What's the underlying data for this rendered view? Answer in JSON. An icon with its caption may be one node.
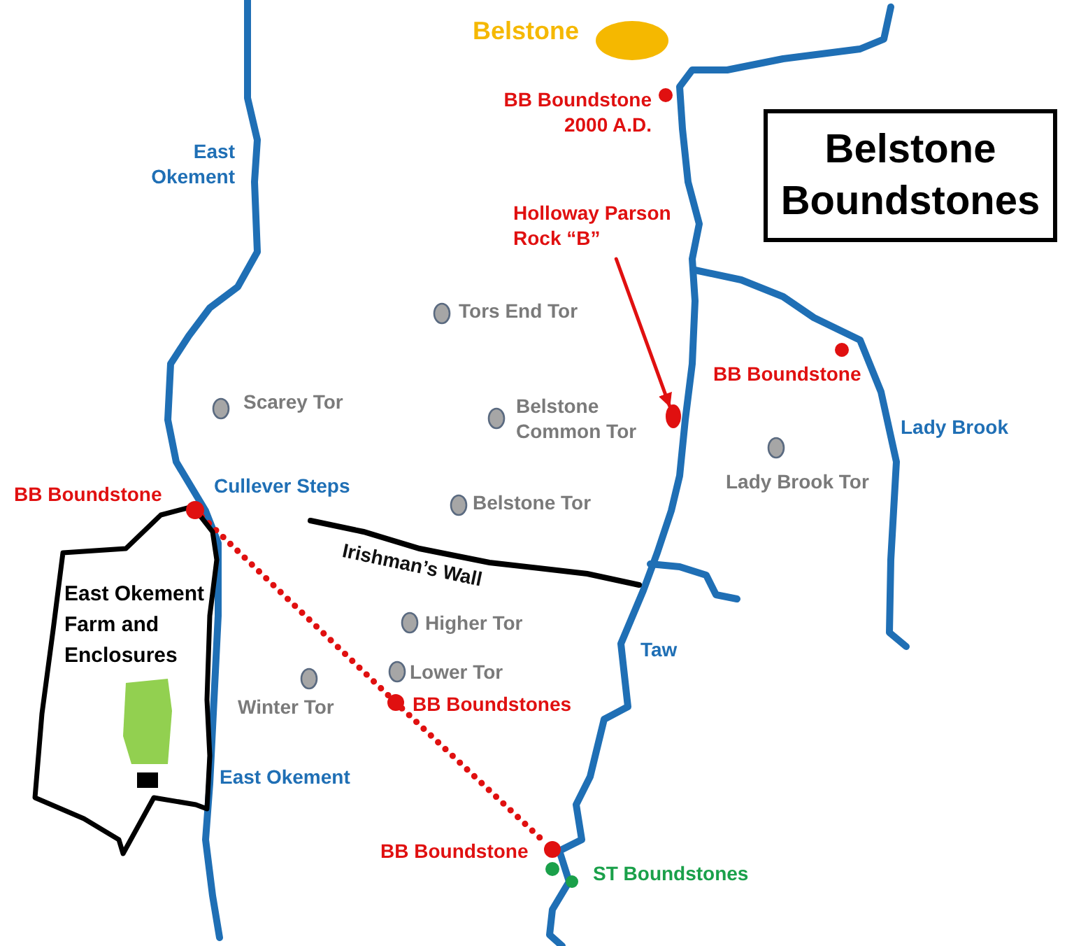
{
  "diagram": {
    "nodes": [
      {
        "text": [
          "Belstone Boundstones"
        ]
      },
      {
        "text": [
          "Holloway Parson Rock “B”"
        ]
      },
      {
        "text": [],
        "shape": "circle"
      },
      {
        "text": [
          "East Okement Farm and Enclosures"
        ]
      },
      {
        "text": [],
        "shape": "circle"
      },
      {
        "text": [],
        "shape": "circle",
        "beside": [
          "BB Boundstones"
        ]
      },
      {
        "text": [],
        "shape": "circle",
        "beside": [
          "BB Boundstone"
        ]
      }
    ],
    "edges": [
      {
        "from": 1,
        "to": 2,
        "arrow": "to"
      },
      {
        "from": 4,
        "to": 5,
        "arrow": "none",
        "style": "dashed"
      },
      {
        "from": 5,
        "to": 6,
        "arrow": "none",
        "style": "dashed"
      }
    ],
    "labels": [
      "Belstone",
      "BB Boundstone 2000 A.D.",
      "East Okement",
      "Tors End Tor",
      "BB Boundstone",
      "Scarey Tor",
      "Belstone Common Tor",
      "Lady Brook",
      "BB Boundstone",
      "Cullever Steps",
      "Lady Brook Tor",
      "Belstone Tor",
      "Irishman’s Wall",
      "Higher Tor",
      "Taw",
      "Lower Tor",
      "Winter Tor",
      "East Okement",
      "ST Boundstones"
    ]
  }
}
